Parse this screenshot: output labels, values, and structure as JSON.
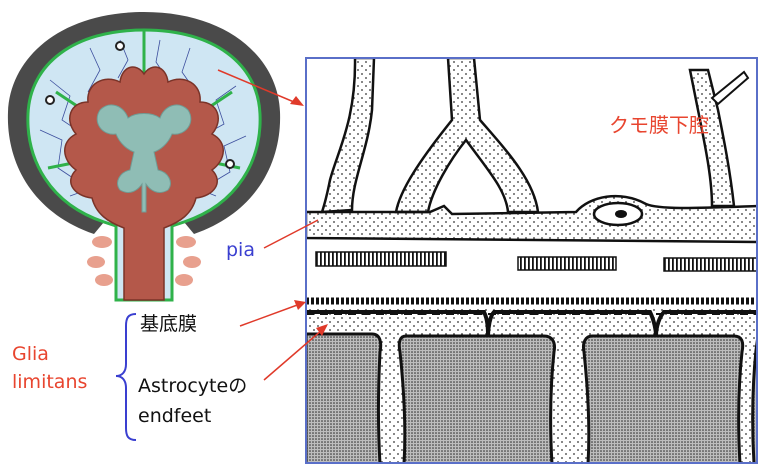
{
  "labels": {
    "subarachnoid": "クモ膜下腔",
    "pia": "pia",
    "glia_line1": "Glia",
    "glia_line2": "limitans",
    "basement": "基底膜",
    "astro_line1": "Astrocyteの",
    "astro_line2": "endfeet"
  },
  "colors": {
    "label_red": "#e8452f",
    "label_blue": "#3a3fd0",
    "label_black": "#111111",
    "arrow_red": "#e03a2a",
    "frame_blue": "#5a6fc8",
    "skull": "#4a4a4a",
    "csf": "#cfe6f3",
    "pia_green": "#2fb24a",
    "brain_red": "#b4584a",
    "ventricle": "#8fbdb5",
    "nerve_pink": "#e8a08e"
  },
  "icons": {
    "brain_cross_section": "brain-coronal-section-icon",
    "magnified_detail": "glia-limitans-detail-icon"
  }
}
